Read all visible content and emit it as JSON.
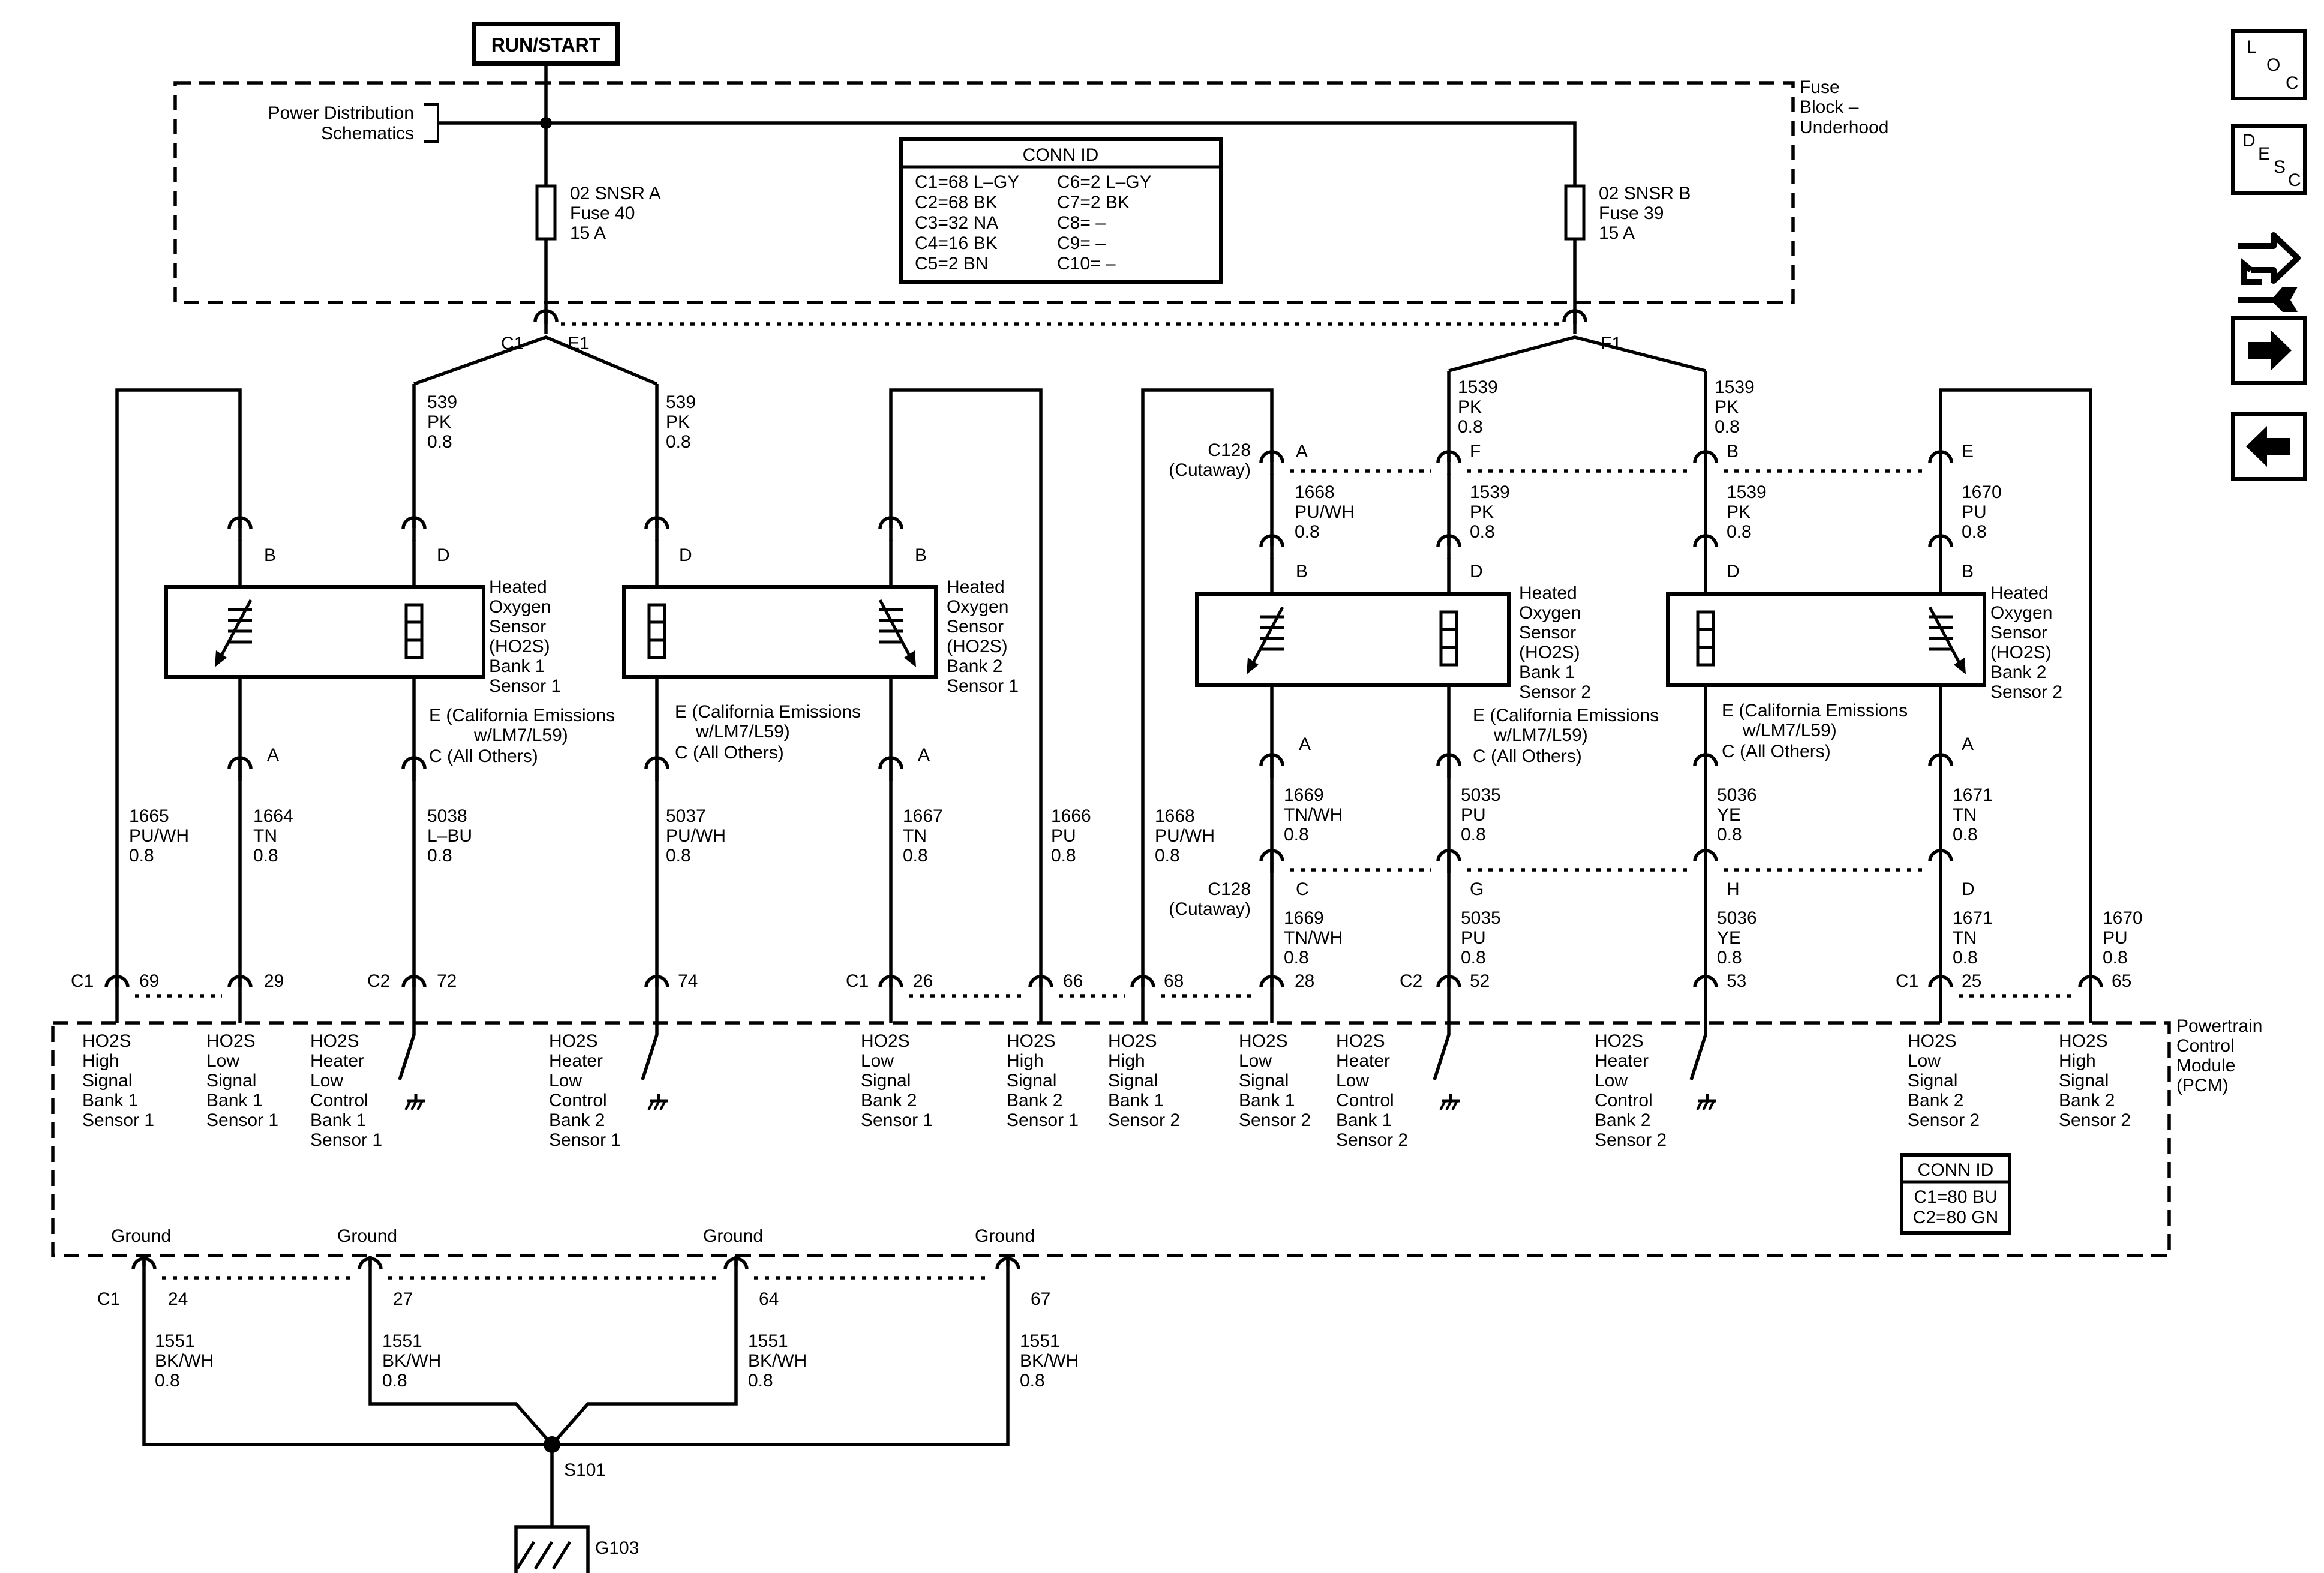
{
  "run_start": "RUN/START",
  "fuse_block": {
    "line1": "Fuse",
    "line2": "Block –",
    "line3": "Underhood"
  },
  "power_dist": {
    "line1": "Power Distribution",
    "line2": "Schematics"
  },
  "fuse_a": {
    "line1": "02 SNSR A",
    "line2": "Fuse 40",
    "line3": "15 A"
  },
  "fuse_b": {
    "line1": "02 SNSR B",
    "line2": "Fuse 39",
    "line3": "15 A"
  },
  "conn_id_fuse": {
    "title": "CONN ID",
    "left": [
      "C1=68 L–GY",
      "C2=68 BK",
      "C3=32 NA",
      "C4=16 BK",
      "C5=2 BN"
    ],
    "right": [
      "C6=2 L–GY",
      "C7=2 BK",
      "C8= –",
      "C9= –",
      "C10= –"
    ]
  },
  "conn_id_pcm": {
    "title": "CONN ID",
    "rows": [
      "C1=80 BU",
      "C2=80 GN"
    ]
  },
  "conn": {
    "c1": "C1",
    "e1": "E1",
    "f1": "F1",
    "c2": "C2",
    "c128": "C128",
    "cutaway": "(Cutaway)"
  },
  "sensor_lines": {
    "b1s1": [
      "Heated",
      "Oxygen",
      "Sensor",
      "(HO2S)",
      "Bank 1",
      "Sensor 1"
    ],
    "b2s1": [
      "Heated",
      "Oxygen",
      "Sensor",
      "(HO2S)",
      "Bank 2",
      "Sensor 1"
    ],
    "b1s2": [
      "Heated",
      "Oxygen",
      "Sensor",
      "(HO2S)",
      "Bank 1",
      "Sensor 2"
    ],
    "b2s2": [
      "Heated",
      "Oxygen",
      "Sensor",
      "(HO2S)",
      "Bank 2",
      "Sensor 2"
    ]
  },
  "pins": {
    "a": "A",
    "b": "B",
    "c": "C",
    "d": "D",
    "e": "E",
    "f": "F",
    "g": "G",
    "h": "H"
  },
  "pin_e_note": {
    "l1": "E (California Emissions",
    "l2": "w/LM7/L59)",
    "l3": "C (All Others)"
  },
  "wires": {
    "w539": [
      "539",
      "PK",
      "0.8"
    ],
    "w1539": [
      "1539",
      "PK",
      "0.8"
    ],
    "w1665": [
      "1665",
      "PU/WH",
      "0.8"
    ],
    "w1664": [
      "1664",
      "TN",
      "0.8"
    ],
    "w5038": [
      "5038",
      "L–BU",
      "0.8"
    ],
    "w5037": [
      "5037",
      "PU/WH",
      "0.8"
    ],
    "w1667": [
      "1667",
      "TN",
      "0.8"
    ],
    "w1666": [
      "1666",
      "PU",
      "0.8"
    ],
    "w1668": [
      "1668",
      "PU/WH",
      "0.8"
    ],
    "w1669": [
      "1669",
      "TN/WH",
      "0.8"
    ],
    "w5035": [
      "5035",
      "PU",
      "0.8"
    ],
    "w5036": [
      "5036",
      "YE",
      "0.8"
    ],
    "w1671": [
      "1671",
      "TN",
      "0.8"
    ],
    "w1670": [
      "1670",
      "PU",
      "0.8"
    ],
    "w1551": [
      "1551",
      "BK/WH",
      "0.8"
    ]
  },
  "pcm_pins": {
    "p69": "69",
    "p29": "29",
    "p72": "72",
    "p74": "74",
    "p26": "26",
    "p66": "66",
    "p68": "68",
    "p28": "28",
    "p52": "52",
    "p53": "53",
    "p25": "25",
    "p65": "65",
    "p24": "24",
    "p27": "27",
    "p64": "64",
    "p67": "67"
  },
  "pcm_labels": {
    "hs_b1s1": [
      "HO2S",
      "High",
      "Signal",
      "Bank 1",
      "Sensor 1"
    ],
    "ls_b1s1": [
      "HO2S",
      "Low",
      "Signal",
      "Bank 1",
      "Sensor 1"
    ],
    "hc_b1s1": [
      "HO2S",
      "Heater",
      "Low",
      "Control",
      "Bank 1",
      "Sensor 1"
    ],
    "hc_b2s1": [
      "HO2S",
      "Heater",
      "Low",
      "Control",
      "Bank 2",
      "Sensor 1"
    ],
    "ls_b2s1": [
      "HO2S",
      "Low",
      "Signal",
      "Bank 2",
      "Sensor 1"
    ],
    "hs_b2s1": [
      "HO2S",
      "High",
      "Signal",
      "Bank 2",
      "Sensor 1"
    ],
    "hs_b1s2": [
      "HO2S",
      "High",
      "Signal",
      "Bank 1",
      "Sensor 2"
    ],
    "ls_b1s2": [
      "HO2S",
      "Low",
      "Signal",
      "Bank 1",
      "Sensor 2"
    ],
    "hc_b1s2": [
      "HO2S",
      "Heater",
      "Low",
      "Control",
      "Bank 1",
      "Sensor 2"
    ],
    "hc_b2s2": [
      "HO2S",
      "Heater",
      "Low",
      "Control",
      "Bank 2",
      "Sensor 2"
    ],
    "ls_b2s2": [
      "HO2S",
      "Low",
      "Signal",
      "Bank 2",
      "Sensor 2"
    ],
    "hs_b2s2": [
      "HO2S",
      "High",
      "Signal",
      "Bank 2",
      "Sensor 2"
    ]
  },
  "pcm_name": [
    "Powertrain",
    "Control",
    "Module",
    "(PCM)"
  ],
  "ground": "Ground",
  "splice": "S101",
  "ground_point": "G103",
  "nav": {
    "loc": [
      "L",
      "O",
      "C"
    ],
    "desc": [
      "D",
      "E",
      "S",
      "C"
    ]
  }
}
